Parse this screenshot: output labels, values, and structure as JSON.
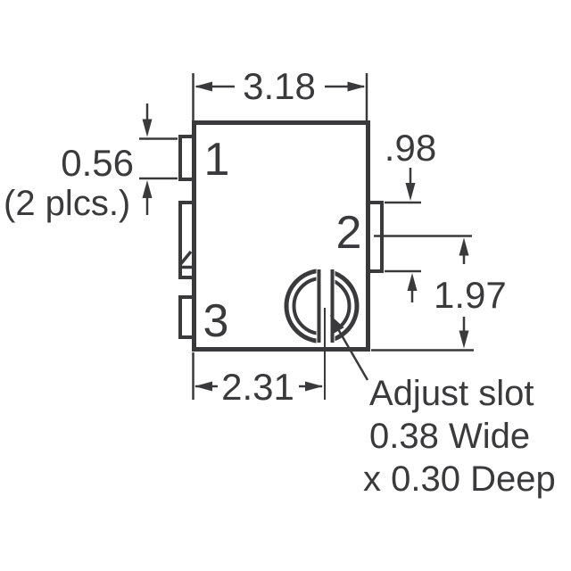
{
  "drawing": {
    "type": "mechanical-dimension-drawing",
    "subject": "smd-trimmer-potentiometer-top-view",
    "colors": {
      "line": "#3a3a3c",
      "background": "#ffffff"
    },
    "dimensions": {
      "body_width": "3.18",
      "pad_height": "0.56",
      "pad_height_note": "(2 plcs.)",
      "pin2_pad_height": ".98",
      "pin2_center_to_bottom": "1.97",
      "left_edge_to_slot_center": "2.31"
    },
    "pins": {
      "pin1_label": "1",
      "pin2_label": "2",
      "pin3_label": "3"
    },
    "annotation": {
      "line1": "Adjust slot",
      "line2": "0.38 Wide",
      "line3": "x 0.30 Deep"
    }
  }
}
